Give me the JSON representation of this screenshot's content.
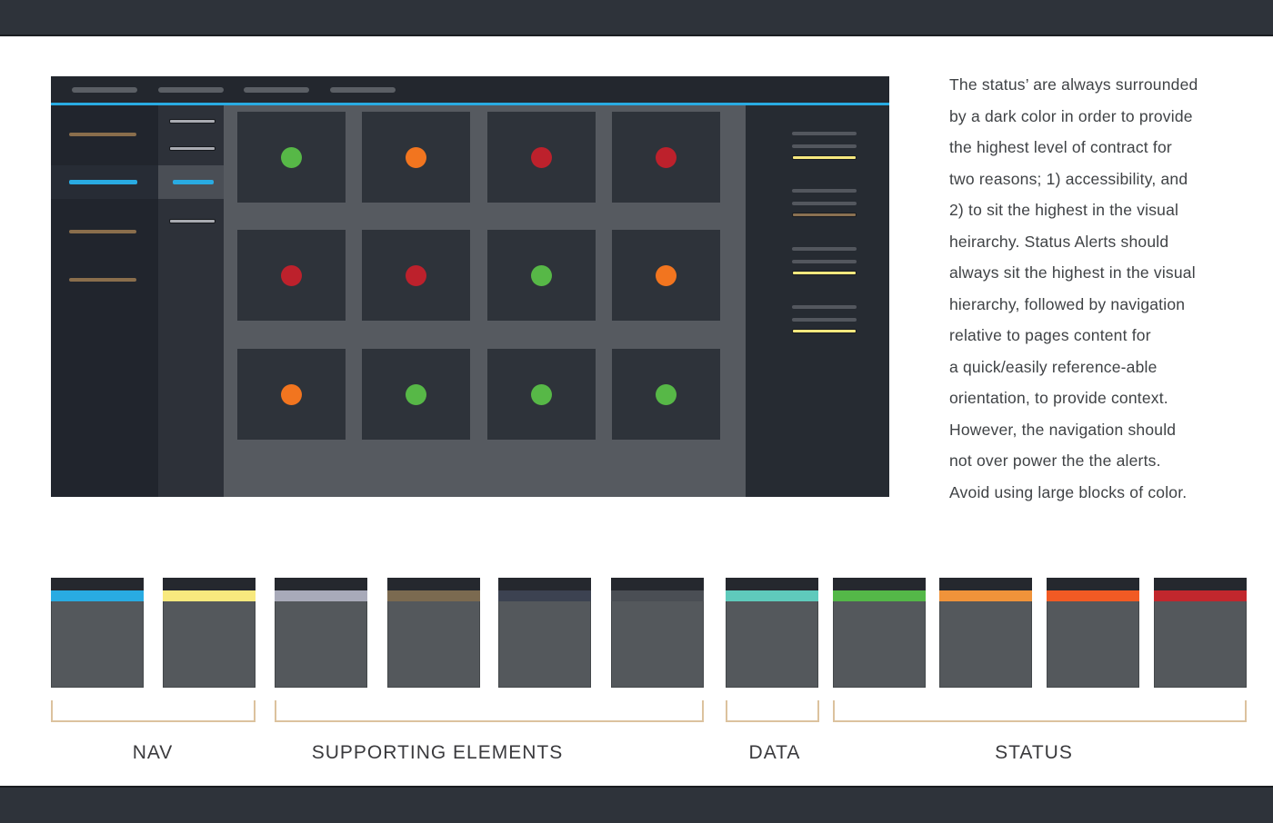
{
  "colors": {
    "page_bar": "#2e333a",
    "accent_blue": "#29abe2",
    "topnav_bg": "#23272e",
    "sidebar_bg": "#21252d",
    "sidebar_highlight_bg": "#272c35",
    "subnav_bg": "#2d3139",
    "subnav_highlight_bg": "#4a4e55",
    "content_bg": "#565a60",
    "card_bg": "#2e333a",
    "right_panel_bg": "#262b32",
    "sidebar_line_brown": "#8a6e4c",
    "subnav_line_gray": "#a9abb2",
    "topnav_line_gray": "#5b5f65",
    "panel_line_gray": "#53575e",
    "panel_line_yellow": "#f6e87e",
    "panel_line_brown": "#8a7152",
    "bracket_tan": "#dcc29e",
    "swatch_header": "#25282e",
    "swatch_body": "#54585c",
    "annotation_text": "#3f4245",
    "label_text": "#3a3a3d",
    "status": {
      "green": "#57b847",
      "orange": "#f2751f",
      "red": "#bd212c"
    }
  },
  "mockup": {
    "topnav_placeholder_count": 4,
    "sidebar_line_ys": [
      30,
      137,
      190
    ],
    "subnav_line_ys": [
      15,
      45,
      125
    ],
    "status_grid_rows": [
      [
        "green",
        "orange",
        "red",
        "red"
      ],
      [
        "red",
        "red",
        "green",
        "orange"
      ],
      [
        "orange",
        "green",
        "green",
        "green"
      ]
    ],
    "right_panel_groups": [
      [
        "gray",
        "gray",
        "yellow"
      ],
      [
        "gray",
        "gray",
        "brown"
      ],
      [
        "gray",
        "gray",
        "yellow"
      ],
      [
        "gray",
        "gray",
        "yellow"
      ]
    ]
  },
  "annotation": {
    "lines": [
      "The status’ are always surrounded",
      "by a dark color in order to provide",
      "the highest level of contract for",
      "two reasons; 1) accessibility, and",
      "2) to sit the highest in the visual",
      "heirarchy. Status Alerts should",
      "always sit the highest in the visual",
      "hierarchy, followed by navigation",
      "relative to pages content for",
      "a quick/easily reference-able",
      "orientation, to provide context.",
      "However, the navigation should",
      "not over power the the alerts.",
      "Avoid using large blocks of color."
    ]
  },
  "palette": {
    "swatches": [
      {
        "name": "nav-blue",
        "color": "#29abe2"
      },
      {
        "name": "nav-yellow",
        "color": "#f8e97e"
      },
      {
        "name": "supporting-light-gray",
        "color": "#a8aab9"
      },
      {
        "name": "supporting-brown",
        "color": "#7b6a50"
      },
      {
        "name": "supporting-slate",
        "color": "#3c4251"
      },
      {
        "name": "supporting-dark-gray",
        "color": "#4a4e54"
      },
      {
        "name": "data-teal",
        "color": "#5fcabc"
      },
      {
        "name": "status-green",
        "color": "#54b848"
      },
      {
        "name": "status-light-orange",
        "color": "#f0933a"
      },
      {
        "name": "status-orange",
        "color": "#f15a24"
      },
      {
        "name": "status-red",
        "color": "#c1272d"
      }
    ],
    "groups": [
      {
        "label": "NAV"
      },
      {
        "label": "SUPPORTING ELEMENTS"
      },
      {
        "label": "DATA"
      },
      {
        "label": "STATUS"
      }
    ]
  }
}
